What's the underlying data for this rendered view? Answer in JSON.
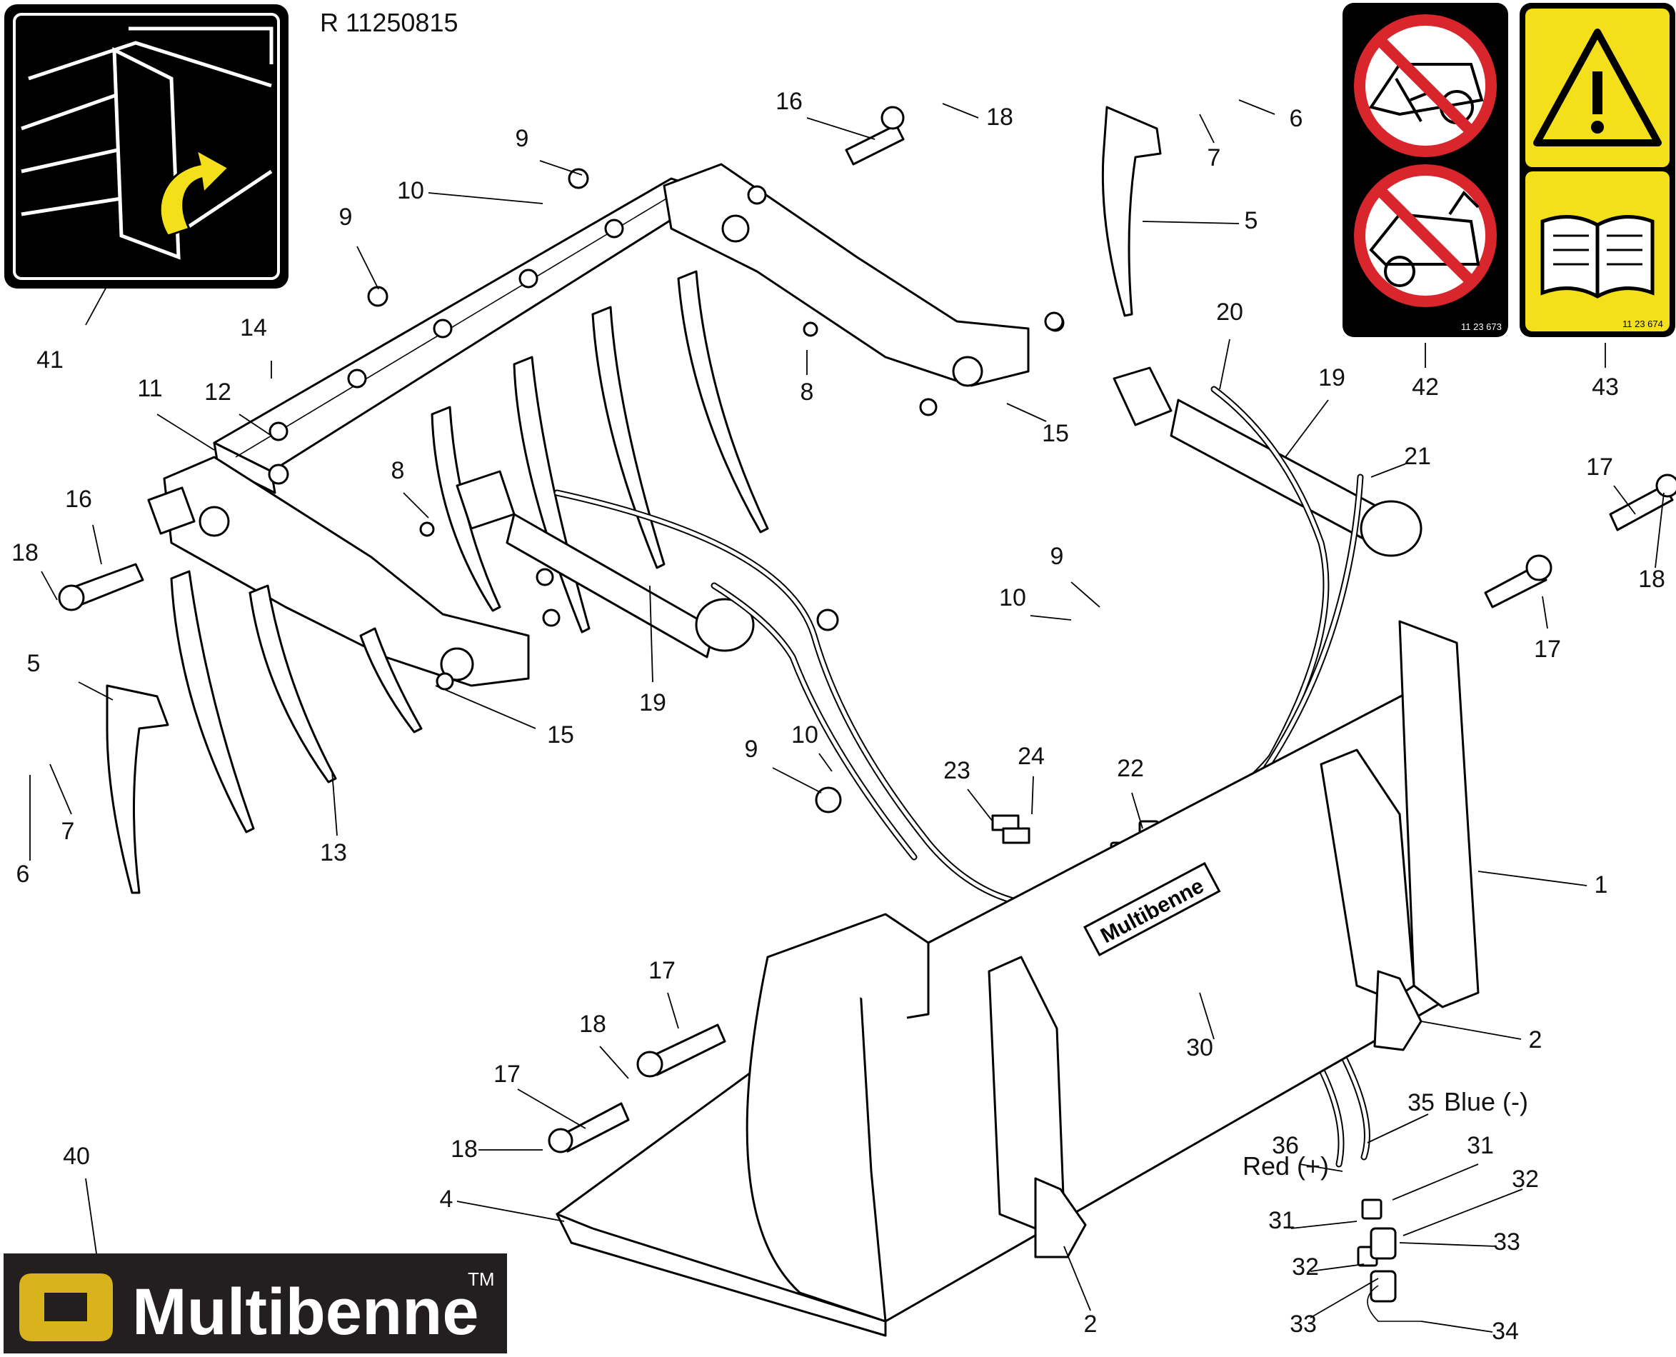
{
  "reference": "R 11250815",
  "callouts": [
    {
      "id": "41",
      "text": "41"
    },
    {
      "id": "16a",
      "text": "16"
    },
    {
      "id": "18a",
      "text": "18"
    },
    {
      "id": "9a",
      "text": "9"
    },
    {
      "id": "10a",
      "text": "10"
    },
    {
      "id": "9b",
      "text": "9"
    },
    {
      "id": "14",
      "text": "14"
    },
    {
      "id": "11",
      "text": "11"
    },
    {
      "id": "12",
      "text": "12"
    },
    {
      "id": "16b",
      "text": "16"
    },
    {
      "id": "18b",
      "text": "18"
    },
    {
      "id": "8a",
      "text": "8"
    },
    {
      "id": "5a",
      "text": "5"
    },
    {
      "id": "6a",
      "text": "6"
    },
    {
      "id": "7a",
      "text": "7"
    },
    {
      "id": "13",
      "text": "13"
    },
    {
      "id": "15a",
      "text": "15"
    },
    {
      "id": "19a",
      "text": "19"
    },
    {
      "id": "6b",
      "text": "6"
    },
    {
      "id": "7b",
      "text": "7"
    },
    {
      "id": "5b",
      "text": "5"
    },
    {
      "id": "8b",
      "text": "8"
    },
    {
      "id": "15b",
      "text": "15"
    },
    {
      "id": "20",
      "text": "20"
    },
    {
      "id": "19b",
      "text": "19"
    },
    {
      "id": "21",
      "text": "21"
    },
    {
      "id": "42",
      "text": "42"
    },
    {
      "id": "43",
      "text": "43"
    },
    {
      "id": "17a",
      "text": "17"
    },
    {
      "id": "18c",
      "text": "18"
    },
    {
      "id": "17b",
      "text": "17"
    },
    {
      "id": "9c",
      "text": "9"
    },
    {
      "id": "10b",
      "text": "10"
    },
    {
      "id": "9d",
      "text": "9"
    },
    {
      "id": "10c",
      "text": "10"
    },
    {
      "id": "23",
      "text": "23"
    },
    {
      "id": "24",
      "text": "24"
    },
    {
      "id": "22",
      "text": "22"
    },
    {
      "id": "1",
      "text": "1"
    },
    {
      "id": "17c",
      "text": "17"
    },
    {
      "id": "18d",
      "text": "18"
    },
    {
      "id": "17d",
      "text": "17"
    },
    {
      "id": "18e",
      "text": "18"
    },
    {
      "id": "40",
      "text": "40"
    },
    {
      "id": "4",
      "text": "4"
    },
    {
      "id": "30",
      "text": "30"
    },
    {
      "id": "2a",
      "text": "2"
    },
    {
      "id": "2b",
      "text": "2"
    },
    {
      "id": "35",
      "text": "35"
    },
    {
      "id": "36",
      "text": "36"
    },
    {
      "id": "31a",
      "text": "31"
    },
    {
      "id": "32a",
      "text": "32"
    },
    {
      "id": "31b",
      "text": "31"
    },
    {
      "id": "33a",
      "text": "33"
    },
    {
      "id": "32b",
      "text": "32"
    },
    {
      "id": "33b",
      "text": "33"
    },
    {
      "id": "34",
      "text": "34"
    }
  ],
  "hose_labels": {
    "blue": "Blue (-)",
    "red": "Red (+)"
  },
  "decal_codes": {
    "d42": "11 23 673",
    "d43": "11 23 674"
  },
  "logo": {
    "name": "Multibenne",
    "mark": "TM"
  },
  "bucket_brand": "Multibenne",
  "colors": {
    "warning_yellow": "#f4e01a",
    "prohibition_red": "#d9262c",
    "logo_black": "#231f20",
    "logo_yellow": "#d8b31b"
  }
}
